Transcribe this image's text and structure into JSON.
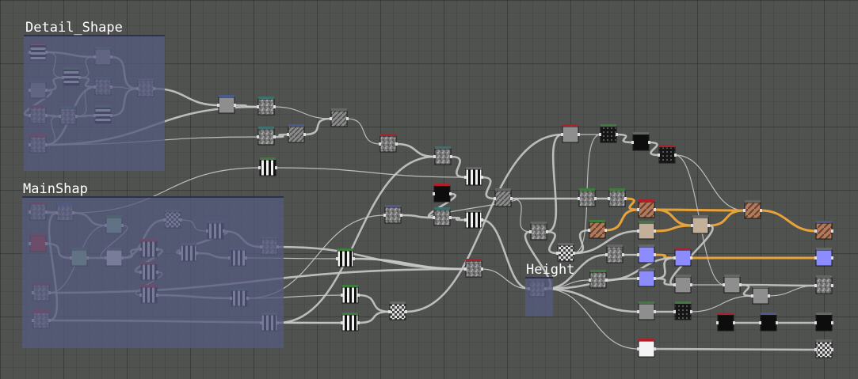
{
  "frames": [
    {
      "id": "detail",
      "label": "Detail_Shape"
    },
    {
      "id": "main",
      "label": "MainShap"
    },
    {
      "id": "height",
      "label": "Height"
    }
  ],
  "colors": {
    "background": "#4f524f",
    "frame": "#555a7d",
    "wire": "#c8c8c8",
    "wire_highlight": "#e8a23a",
    "tab_red": "#b0202a",
    "tab_green": "#3f7a3f",
    "tab_blue": "#4a5a8a",
    "tab_teal": "#3f6f6f"
  },
  "node_kinds": [
    "gray",
    "stripes",
    "noise",
    "black",
    "green",
    "red",
    "blue",
    "white",
    "brick",
    "beige",
    "checker",
    "dark"
  ]
}
